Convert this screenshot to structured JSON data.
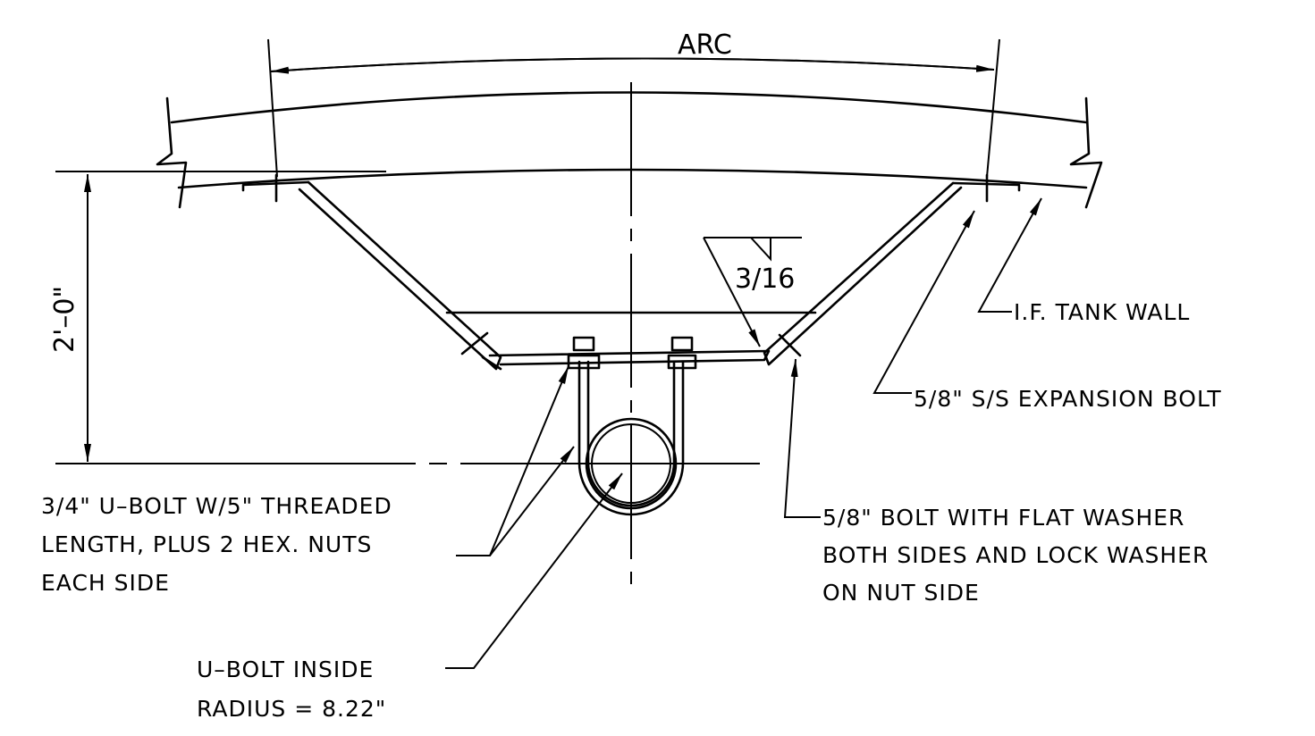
{
  "drawing": {
    "arc_label": "ARC",
    "height_dimension": "2'–0\"",
    "weld_size": "3/16",
    "tank_wall_label": "I.F. TANK WALL",
    "expansion_bolt_label": "5/8\" S/S EXPANSION BOLT",
    "ubolt_note": [
      "3/4\" U–BOLT W/5\" THREADED",
      "LENGTH, PLUS 2 HEX. NUTS",
      "EACH SIDE"
    ],
    "bolt_washer_note": [
      "5/8\" BOLT WITH FLAT WASHER",
      "BOTH SIDES AND LOCK WASHER",
      "ON NUT SIDE"
    ],
    "radius_note": [
      "U–BOLT INSIDE",
      "RADIUS = 8.22\""
    ]
  }
}
